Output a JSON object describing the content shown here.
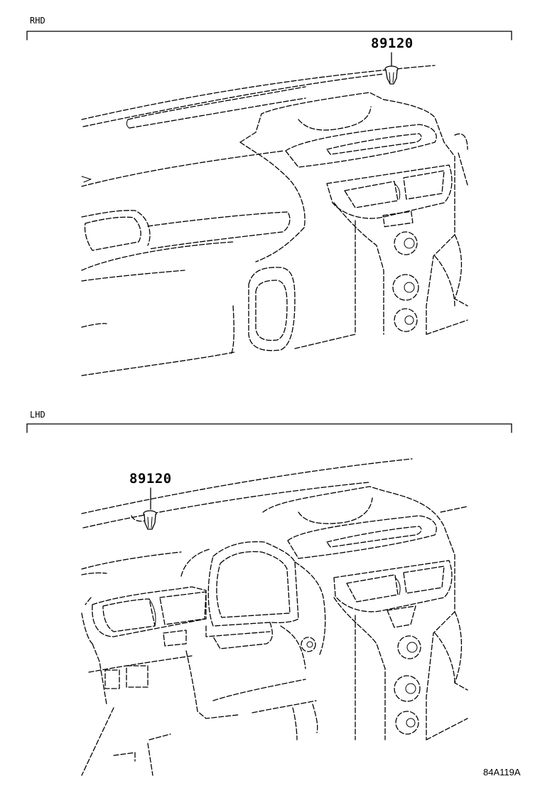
{
  "sections": {
    "rhd": {
      "label": "RHD",
      "part_number": "89120"
    },
    "lhd": {
      "label": "LHD",
      "part_number": "89120"
    }
  },
  "figure_code": "84A119A"
}
